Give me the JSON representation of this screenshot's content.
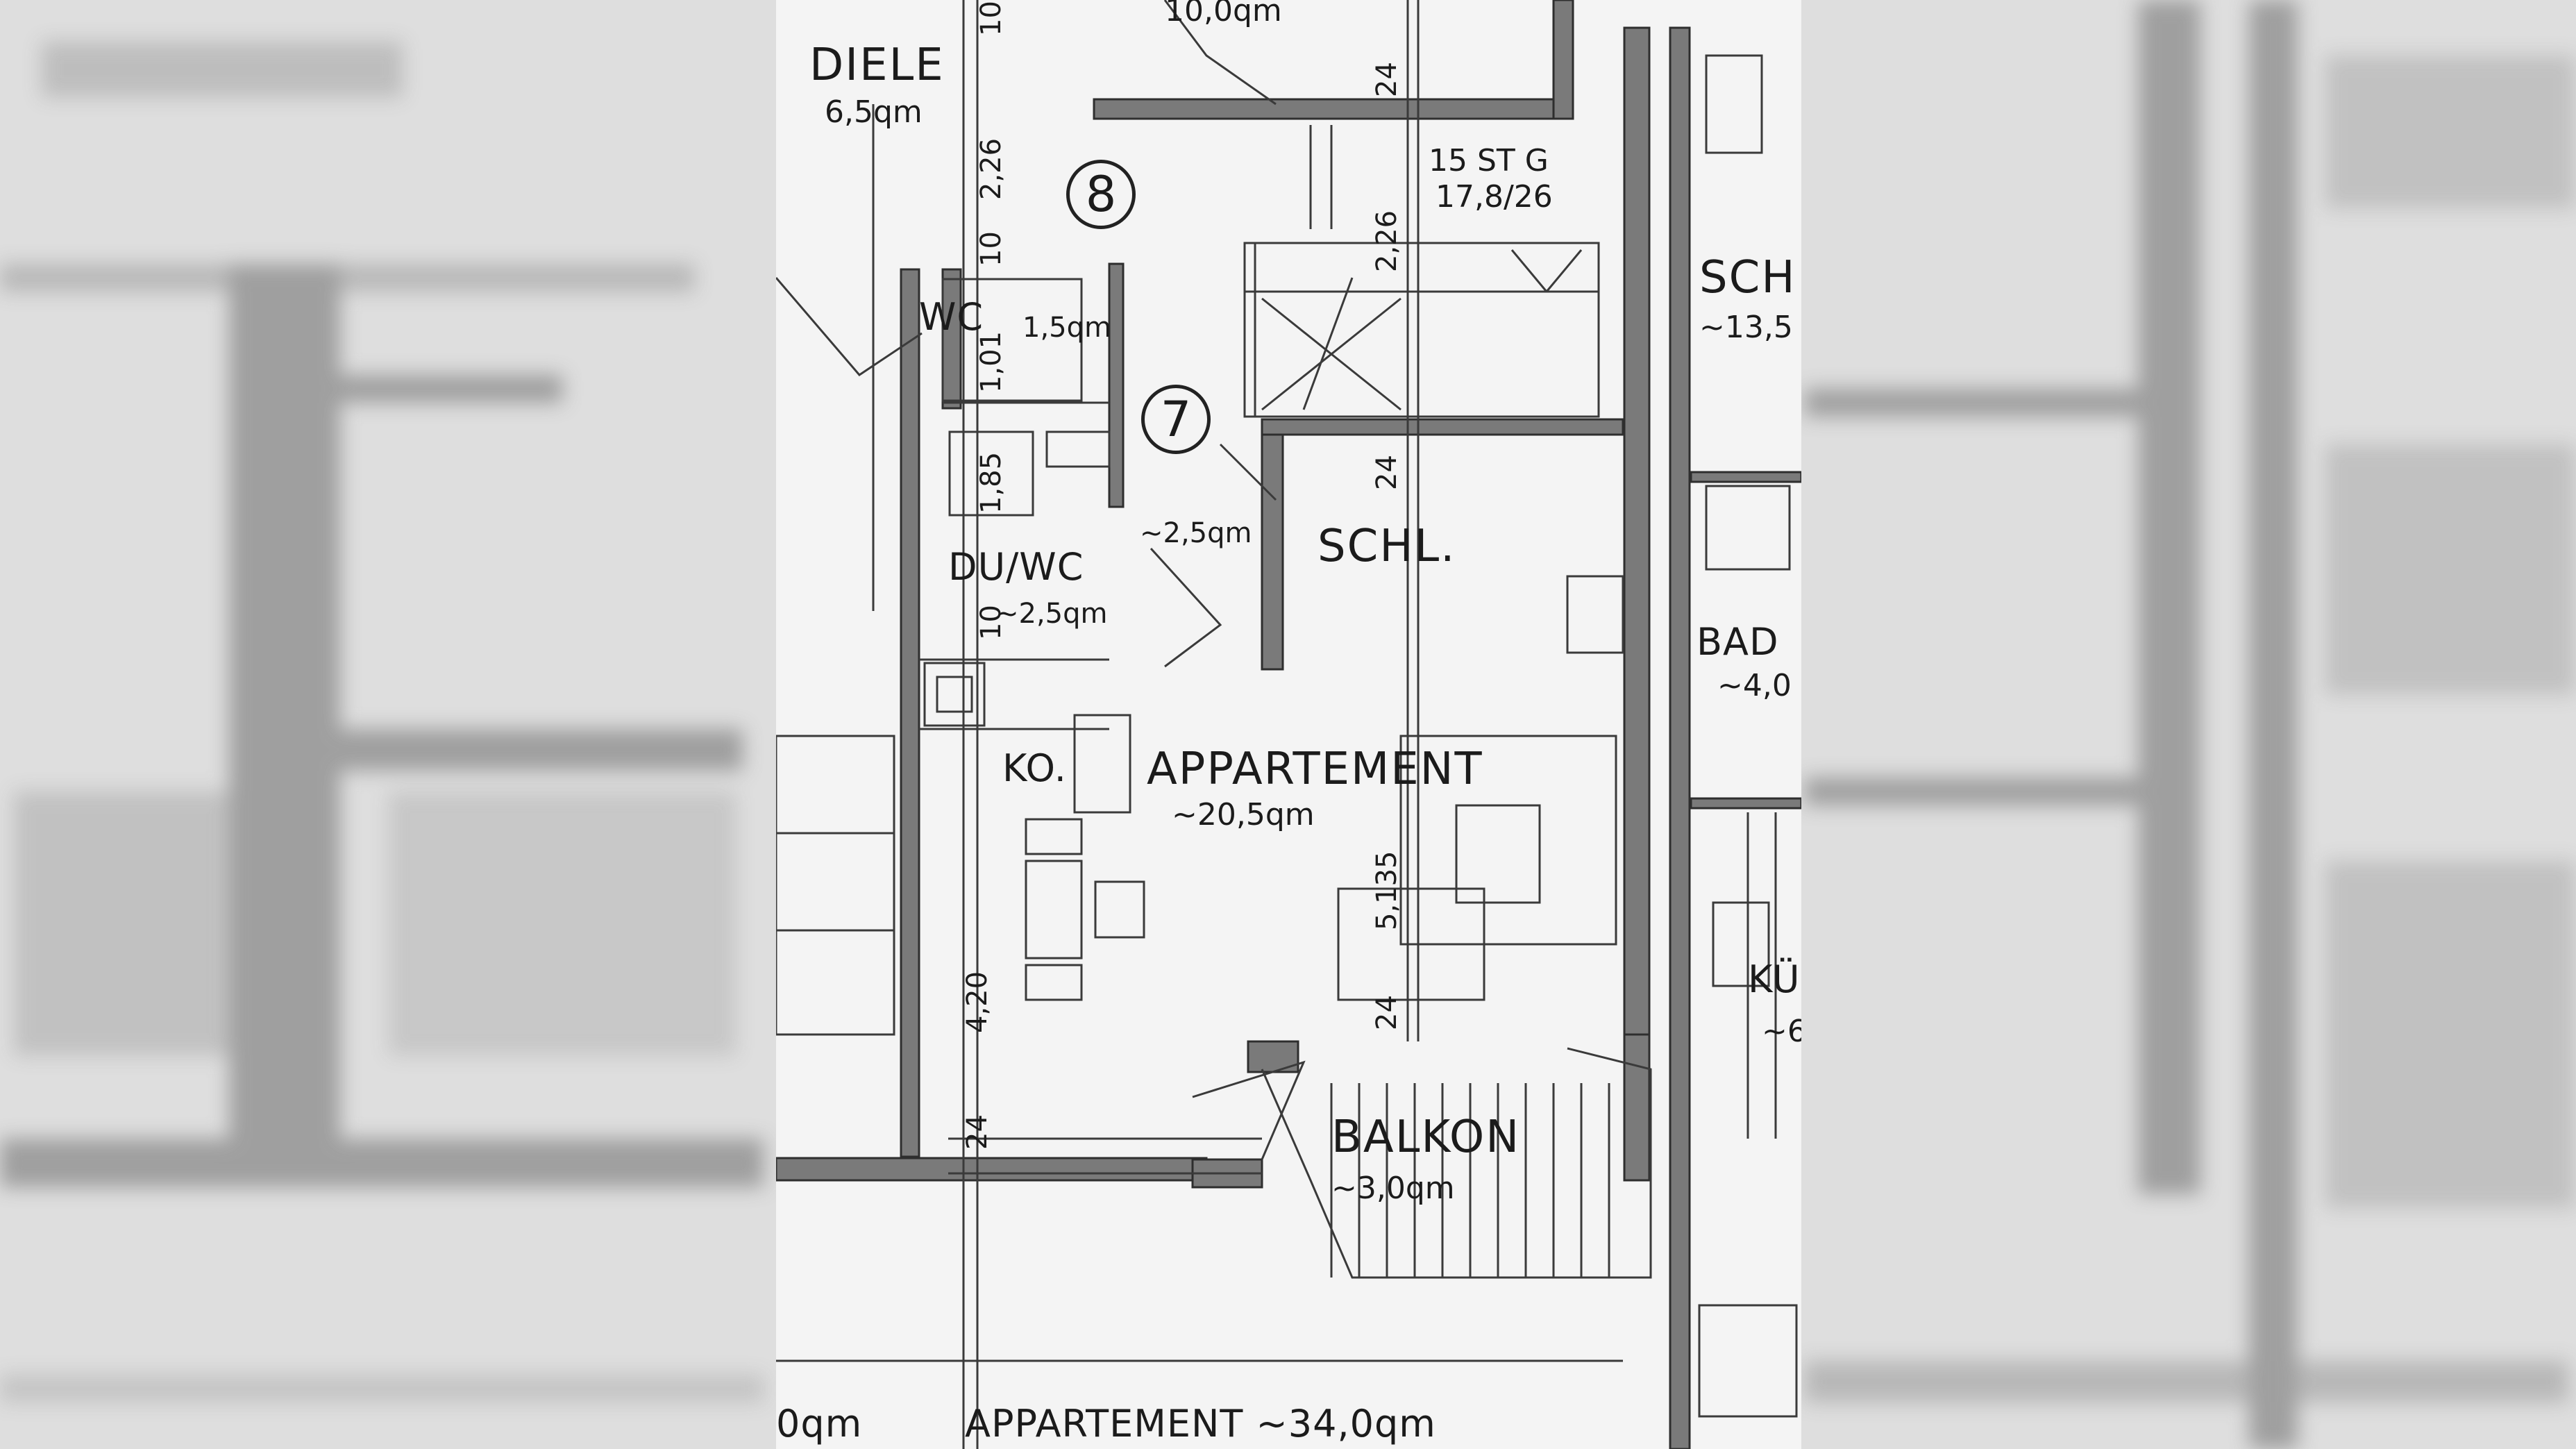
{
  "plan": {
    "rooms": {
      "diele": {
        "name": "DIELE",
        "area": "6,5qm"
      },
      "wc": {
        "name": "WC",
        "area": "1,5qm"
      },
      "stair": {
        "label": "15 ST G",
        "ratio": "17,8/26"
      },
      "du_wc": {
        "name": "DU/WC",
        "area": "~2,5qm"
      },
      "hall": {
        "area": "~2,5qm"
      },
      "schl": {
        "name": "SCHL."
      },
      "ko": {
        "name": "KO."
      },
      "appartement": {
        "name": "APPARTEMENT",
        "area": "~20,5qm"
      },
      "balkon": {
        "name": "BALKON",
        "area": "~3,0qm"
      },
      "top_area": {
        "area": "10,0qm"
      },
      "right_sch": {
        "name": "SCH",
        "area": "~13,5"
      },
      "right_bad": {
        "name": "BAD",
        "area": "~4,0"
      },
      "right_ku": {
        "name": "KÜ",
        "area": "~6"
      }
    },
    "markers": {
      "m8": "8",
      "m7": "7"
    },
    "dimensions": {
      "d_10_top": "10",
      "d_226": "2,26",
      "d_10_mid": "10",
      "d_101": "1,01",
      "d_185": "1,85",
      "d_10_du": "10",
      "d_24_top": "24",
      "d_226_b": "2,26",
      "d_24_schl": "24",
      "d_5135": "5,135",
      "d_24_low": "24",
      "d_420": "4,20",
      "d_24_bottom": "24"
    },
    "footer": {
      "left_fragment": "0qm",
      "caption": "APPARTEMENT ~34,0qm"
    }
  }
}
